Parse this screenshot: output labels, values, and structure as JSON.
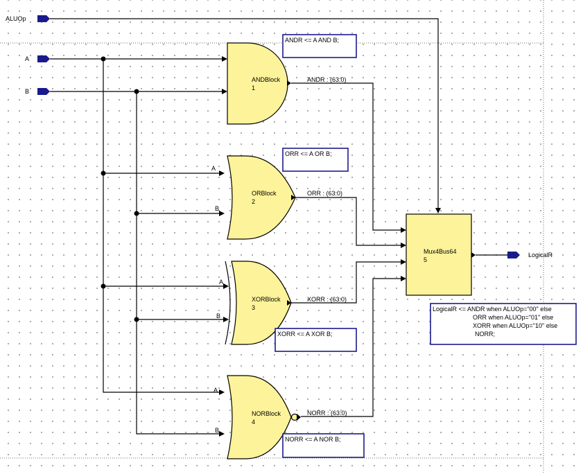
{
  "inputs": {
    "aluop": "ALUOp",
    "a": "A",
    "b": "B"
  },
  "output": "LogicalR",
  "blocks": {
    "and": {
      "name": "ANDBlock",
      "num": "1",
      "signal": "ANDR : (63:0)",
      "code": "ANDR <= A AND B;"
    },
    "or": {
      "name": "ORBlock",
      "num": "2",
      "signal": "ORR : (63:0)",
      "code": "ORR <= A OR B;",
      "pin_a": "A",
      "pin_b": "B"
    },
    "xor": {
      "name": "XORBlock",
      "num": "3",
      "signal": "XORR : (63:0)",
      "code": "XORR <= A XOR B;",
      "pin_a": "A",
      "pin_b": "B"
    },
    "nor": {
      "name": "NORBlock",
      "num": "4",
      "signal": "NORR : (63:0)",
      "code": "NORR <= A NOR B;",
      "pin_a": "A",
      "pin_b": "B"
    },
    "mux": {
      "name": "Mux4Bus64",
      "num": "5"
    }
  },
  "mux_code": [
    "LogicalR <= ANDR when ALUOp=\"00\" else",
    "ORR when ALUOp=\"01\" else",
    "XORR when ALUOp=\"10\" else",
    "NORR;"
  ],
  "colors": {
    "gate_fill": "#fdf39a",
    "port": "#1a1a8c",
    "note_border": "#1a1a8c"
  }
}
